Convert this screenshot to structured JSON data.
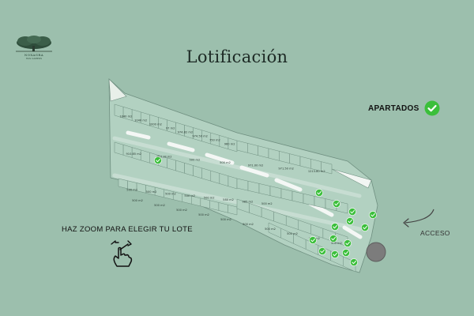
{
  "brand": {
    "name": "NOXAGRA",
    "tagline": "HAS CAMPOS"
  },
  "title": "Lotificación",
  "legend": {
    "reserved_label": "APARTADOS",
    "reserved_color": "#3bbf3b"
  },
  "hint": {
    "zoom_text": "HAZ ZOOM  PARA ELEGIR TU LOTE"
  },
  "access": {
    "label": "ACCESO"
  },
  "colors": {
    "background": "#9cbfad",
    "lot_fill": "#b2d1c1",
    "lot_border": "#6f8f80",
    "road": "#c7ddd2",
    "reserved": "#3bbf3b"
  },
  "lots": {
    "upper_row": [
      "1040 m2",
      "1040 m2",
      "1000 m2",
      "97 m2",
      "974.82 m2",
      "974.50 m2",
      "750 m2",
      "960 m2"
    ],
    "upper_mid_row": [
      "910.85 m2",
      "953.18 m2",
      "500 m2",
      "500 m2",
      "971.00 m2",
      "971.50 m2",
      "1213.80 m2"
    ],
    "lower_mid_row": [
      "500 m2",
      "500 m2",
      "500 m2",
      "500 m2",
      "500 m2",
      "580 m2",
      "985 m2",
      "500 m2"
    ],
    "lower_row": [
      "500 m2",
      "500 m2",
      "500 m2",
      "500 m2",
      "500 m2",
      "500 m2",
      "500 m2",
      "500 m2",
      "500 m2",
      "500 m2"
    ]
  },
  "reserved_lot_count": 15
}
